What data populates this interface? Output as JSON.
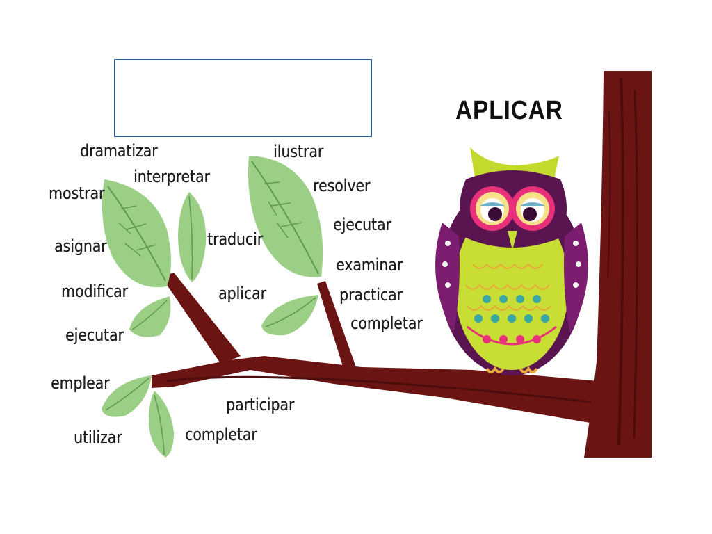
{
  "title": "APLICAR",
  "words": {
    "dramatizar": "dramatizar",
    "interpretar": "interpretar",
    "mostrar": "mostrar",
    "asignar": "asignar",
    "traducir": "traducir",
    "modificar": "modificar",
    "ejecutar_left": "ejecutar",
    "emplear": "emplear",
    "utilizar": "utilizar",
    "ilustrar": "ilustrar",
    "resolver": "resolver",
    "ejecutar_right": "ejecutar",
    "examinar": "examinar",
    "aplicar": "aplicar",
    "practicar": "practicar",
    "completar_right": "completar",
    "participar": "participar",
    "completar_bottom": "completar"
  },
  "colors": {
    "branch": "#6b1414",
    "leaf": "#9ccf86",
    "leaf_vein": "#5e9a4c",
    "box_border": "#2f5b8f"
  },
  "icons": [
    "owl-illustration",
    "tree-branch",
    "leaf"
  ]
}
